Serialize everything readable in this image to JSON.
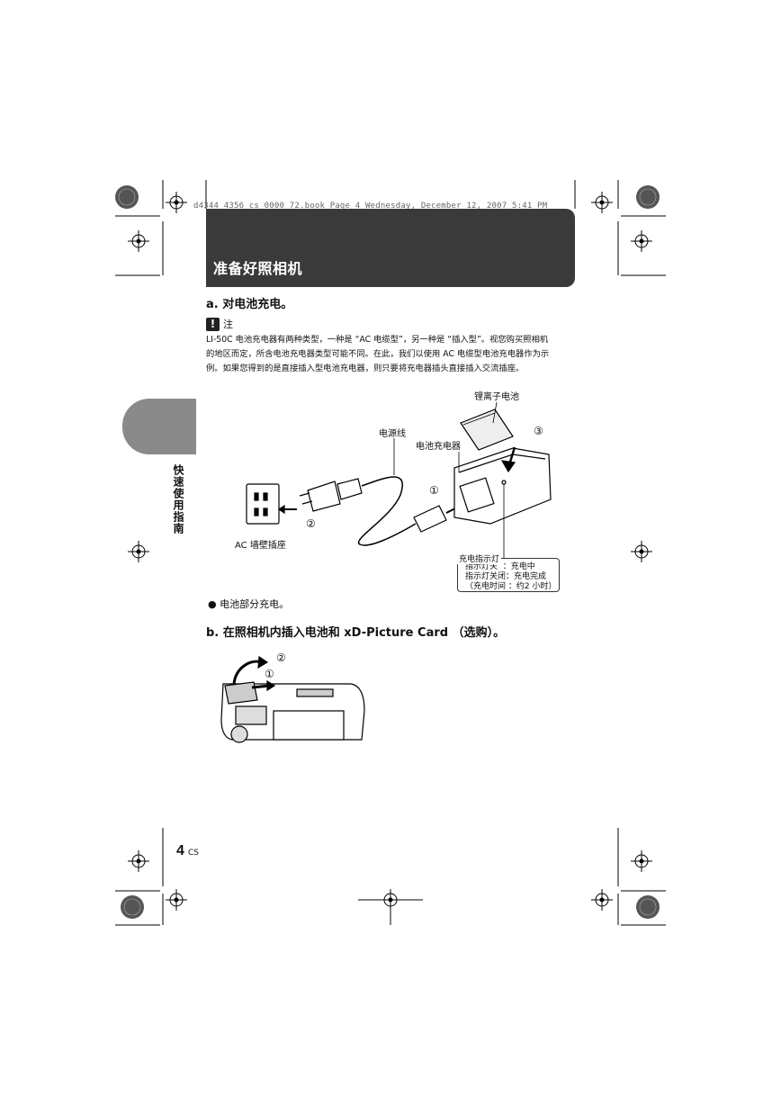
{
  "slug_line": "d4344_4356_cs_0000_72.book  Page 4  Wednesday, December 12, 2007  5:41 PM",
  "banner": {
    "title": "准备好照相机"
  },
  "side_tab": {
    "text": "快速使用指南"
  },
  "section_a": {
    "heading": "a.  对电池充电。"
  },
  "note": {
    "icon_symbol": "!",
    "label": "注",
    "lines": [
      "LI-50C 电池充电器有两种类型，一种是 “AC 电缆型”，另一种是 “插入型”。视您购买照相机",
      "的地区而定，所含电池充电器类型可能不同。在此，我们以使用 AC 电缆型电池充电器作为示",
      "例。如果您得到的是直接插入型电池充电器，则只要将充电器插头直接插入交流插座。"
    ]
  },
  "diagram1": {
    "labels": {
      "battery": "锂离子电池",
      "power_cord": "电源线",
      "charger": "电池充电器",
      "outlet": "AC 墙壁插座",
      "step1": "①",
      "step2": "②",
      "step3": "③"
    },
    "legend": {
      "title": "充电指示灯",
      "row1": "指示灯关  ：充电中",
      "row2": "指示灯关闭：充电完成",
      "row3": "（充电时间 ：约2 小时）"
    }
  },
  "bullet_text": "电池部分充电。",
  "section_b": {
    "heading": "b.  在照相机内插入电池和 xD-Picture Card （选购）。"
  },
  "diagram2": {
    "step1": "①",
    "step2": "②"
  },
  "page_number": "4",
  "page_lang": "CS"
}
